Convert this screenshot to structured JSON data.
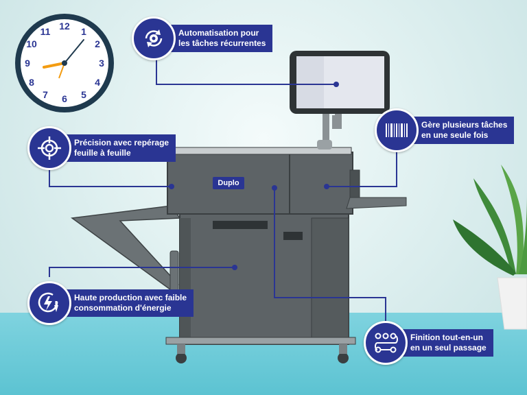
{
  "brand": {
    "machine_logo": "Duplo"
  },
  "clock": {
    "numbers": [
      "12",
      "1",
      "2",
      "3",
      "4",
      "5",
      "6",
      "7",
      "8",
      "9",
      "10",
      "11"
    ]
  },
  "callouts": [
    {
      "id": "automation",
      "icon": "gear-cycle-icon",
      "text": "Automatisation pour\nles tâches récurrentes"
    },
    {
      "id": "multitask",
      "icon": "barcode-icon",
      "text": "Gère plusieurs tâches\nen une seule fois"
    },
    {
      "id": "precision",
      "icon": "crosshair-target-icon",
      "text": "Précision avec repérage\nfeuille à feuille"
    },
    {
      "id": "energy",
      "icon": "lightning-energy-icon",
      "text": "Haute production avec faible\nconsommation d'énergie"
    },
    {
      "id": "finishing",
      "icon": "flow-path-icon",
      "text": "Finition tout-en-un\nen un seul passage"
    }
  ],
  "colors": {
    "accent": "#2a3593",
    "floor": "#6ccad8",
    "machine": "#5d6366"
  }
}
